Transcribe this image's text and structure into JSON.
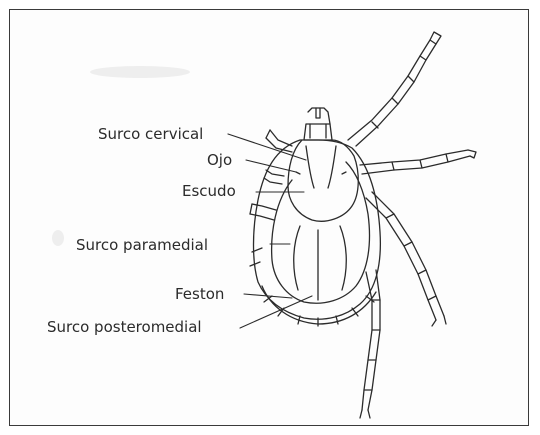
{
  "labels": {
    "surco_cervical": "Surco cervical",
    "ojo": "Ojo",
    "escudo": "Escudo",
    "surco_paramedial": "Surco paramedial",
    "feston": "Feston",
    "surco_posteromedial": "Surco posteromedial"
  },
  "colors": {
    "ink": "#2b2b2b",
    "border": "#3a3a3a",
    "background": "#fdfdfd"
  }
}
